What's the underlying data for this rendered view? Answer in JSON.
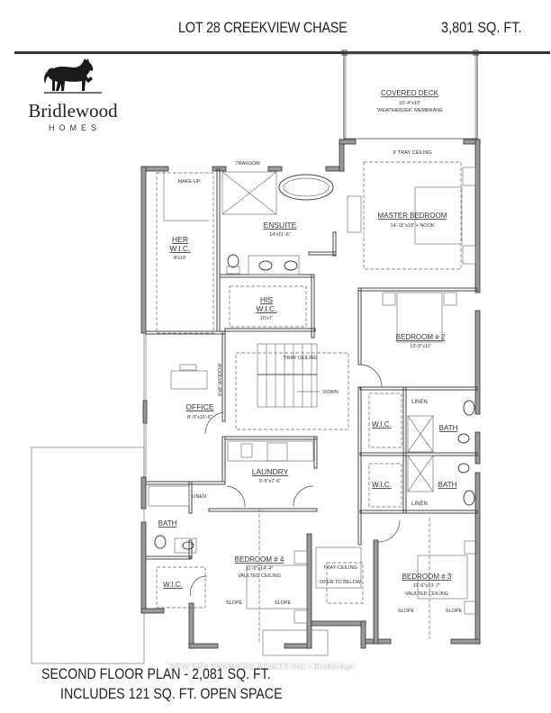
{
  "header": {
    "title": "LOT 28 CREEKVIEW CHASE",
    "total_sqft": "3,801 SQ. FT."
  },
  "logo": {
    "icon": "horse-icon",
    "name": "Bridlewood",
    "subtitle": "HOMES"
  },
  "rooms": {
    "covered_deck": {
      "name": "COVERED DECK",
      "dims": "15'-4\"x10'",
      "note": "'WEATHERDEK' MEMBRANE"
    },
    "master_bedroom": {
      "name": "MASTER BEDROOM",
      "dims": "14'-11\"x18' + NOOK",
      "ceiling": "9' TRAY CEILING"
    },
    "ensuite": {
      "name": "ENSUITE",
      "dims": "14'x11'-6\""
    },
    "her_wic": {
      "name_line1": "HER",
      "name_line2": "W.I.C.",
      "dims": "8'x19'"
    },
    "his_wic": {
      "name_line1": "HIS",
      "name_line2": "W.I.C.",
      "dims": "10'x7'"
    },
    "office": {
      "name": "OFFICE",
      "dims": "8'-9\"x15'-6\"",
      "window": "6'x8' WINDOW"
    },
    "stair": {
      "ceiling": "TRAY CEILING",
      "direction": "DOWN"
    },
    "laundry": {
      "name": "LAUNDRY",
      "dims": "9'-5\"x7'-6\""
    },
    "bedroom2": {
      "name": "BEDROOM # 2",
      "dims": "13'-6\"x11'"
    },
    "bedroom3": {
      "name": "BEDROOM # 3",
      "dims": "11'-6\"x13'-7\"",
      "ceiling": "VAULTED CEILING",
      "slope_left": "SLOPE",
      "slope_right": "SLOPE"
    },
    "bedroom4": {
      "name": "BEDROOM # 4",
      "dims": "11'-6\"x14'-4\"",
      "ceiling": "VAULTED CEILING",
      "slope_left": "SLOPE",
      "slope_right": "SLOPE"
    },
    "open_below": {
      "line1": "TRAY CEILING",
      "line2": "OPEN TO BELOW"
    },
    "bath_upper": {
      "name": "BATH"
    },
    "bath_lower": {
      "name": "BATH"
    },
    "bath_left": {
      "name": "BATH"
    },
    "wic_upper": {
      "name": "W.I.C."
    },
    "wic_lower": {
      "name": "W.I.C."
    },
    "wic_left": {
      "name": "W.I.C."
    },
    "linen_upper": {
      "name": "LINEN"
    },
    "linen_lower": {
      "name": "LINEN"
    },
    "linen_left": {
      "name": "LINEN"
    }
  },
  "annotations": {
    "transom": "TRANSOM",
    "makeup": "MAKE-UP"
  },
  "footer": {
    "line1": "SECOND FLOOR PLAN - 2,081 SQ. FT.",
    "line2": "INCLUDES 121 SQ. FT. OPEN SPACE"
  },
  "watermark": "NEW ERA PREMIERE REALTY INC - Brokerage",
  "colors": {
    "wall_fill": "#9a9a9a",
    "wall_stroke": "#333333",
    "line": "#555555"
  }
}
